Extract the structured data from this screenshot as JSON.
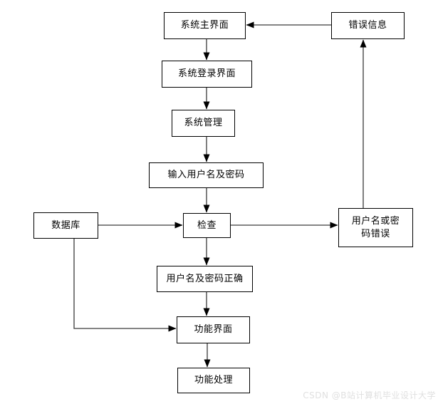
{
  "diagram": {
    "type": "flowchart",
    "nodes": [
      {
        "id": "main-screen",
        "label": "系统主界面"
      },
      {
        "id": "error-info",
        "label": "错误信息"
      },
      {
        "id": "login-screen",
        "label": "系统登录界面"
      },
      {
        "id": "system-management",
        "label": "系统管理"
      },
      {
        "id": "input-credentials",
        "label": "输入用户名及密码"
      },
      {
        "id": "database",
        "label": "数据库"
      },
      {
        "id": "check",
        "label": "检查"
      },
      {
        "id": "credentials-wrong",
        "label": "用户名或密\n码错误"
      },
      {
        "id": "credentials-correct",
        "label": "用户名及密码正确"
      },
      {
        "id": "function-screen",
        "label": "功能界面"
      },
      {
        "id": "function-processing",
        "label": "功能处理"
      }
    ],
    "edges": [
      {
        "from": "main-screen",
        "to": "login-screen"
      },
      {
        "from": "login-screen",
        "to": "system-management"
      },
      {
        "from": "system-management",
        "to": "input-credentials"
      },
      {
        "from": "input-credentials",
        "to": "check"
      },
      {
        "from": "database",
        "to": "check"
      },
      {
        "from": "check",
        "to": "credentials-wrong"
      },
      {
        "from": "check",
        "to": "credentials-correct"
      },
      {
        "from": "credentials-wrong",
        "to": "error-info"
      },
      {
        "from": "error-info",
        "to": "main-screen"
      },
      {
        "from": "credentials-correct",
        "to": "function-screen"
      },
      {
        "from": "database",
        "to": "function-screen"
      },
      {
        "from": "function-screen",
        "to": "function-processing"
      }
    ],
    "colors": {
      "background": "#ffffff",
      "box_border": "#000000",
      "line": "#3a3a3a",
      "arrowhead": "#000000",
      "text": "#000000",
      "watermark": "#e0e0e0"
    }
  },
  "watermark": {
    "text": "CSDN @B站计算机毕业设计大学"
  }
}
